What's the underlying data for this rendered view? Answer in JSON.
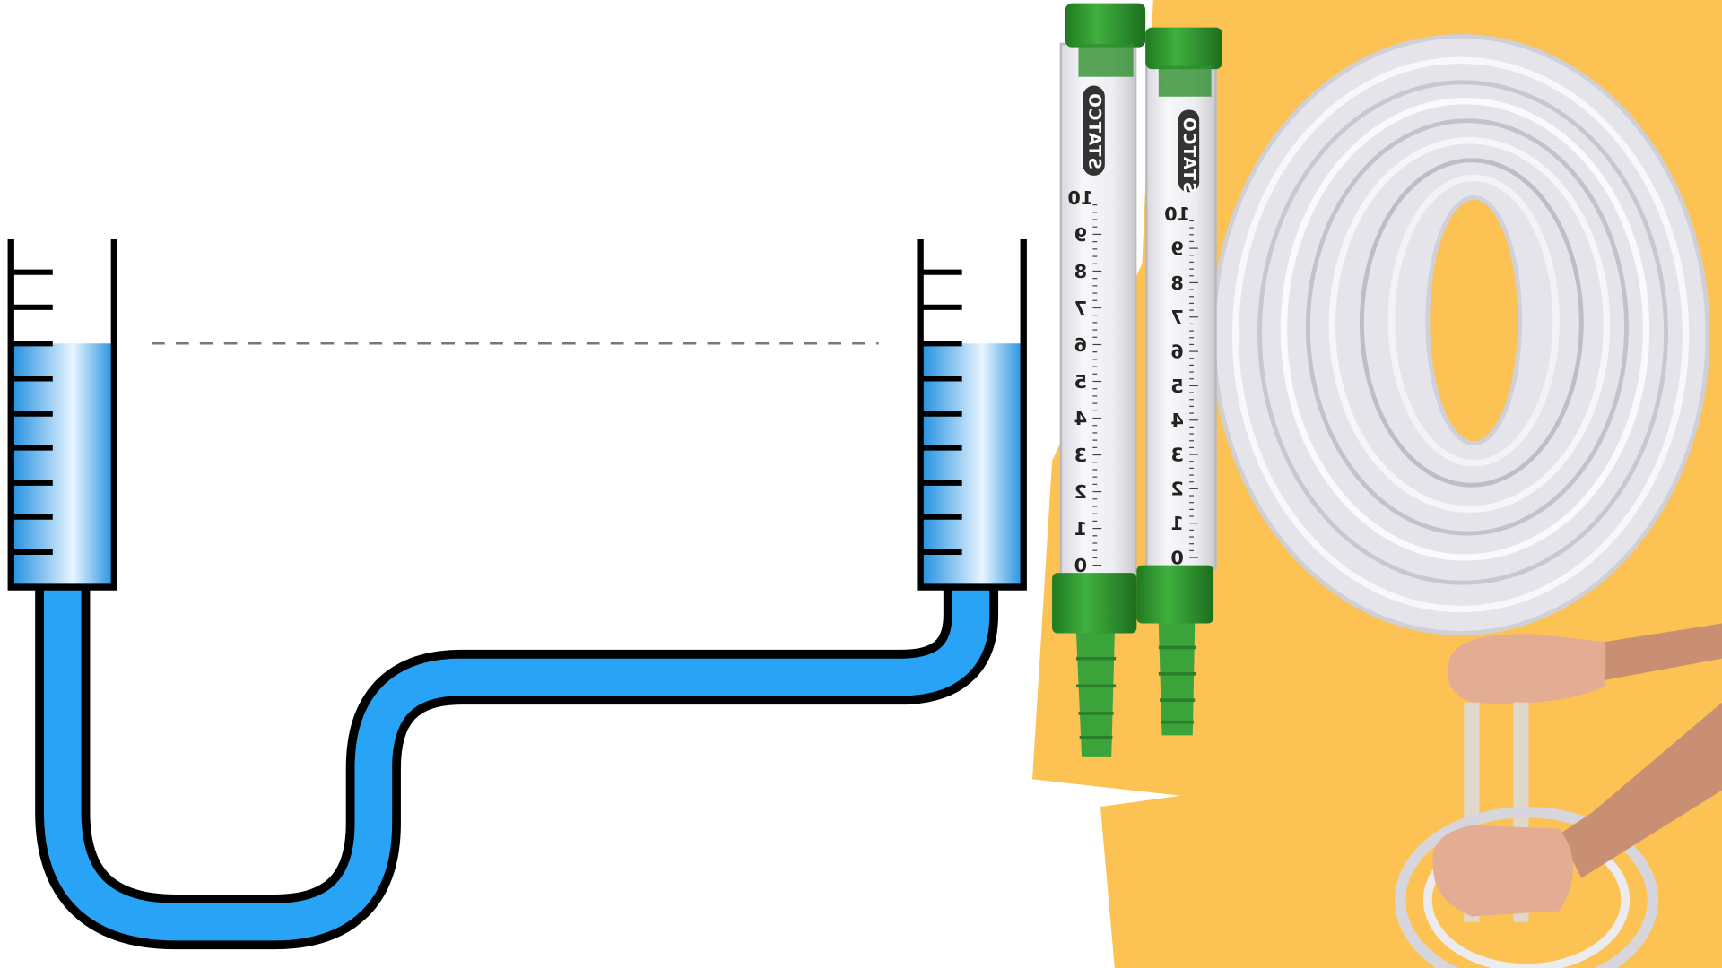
{
  "diagram": {
    "title": "Communicating vessels water level",
    "colors": {
      "water": "#29a3f5",
      "outline": "#000000",
      "background_panel": "#fcc254",
      "cap": "#2e9a2e"
    }
  },
  "product": {
    "brand": "STATCO",
    "scale_tube_1": [
      "0",
      "1",
      "2",
      "3",
      "4",
      "5",
      "6",
      "7",
      "8",
      "9",
      "10"
    ],
    "scale_tube_2": [
      "0",
      "1",
      "2",
      "3",
      "4",
      "5",
      "6",
      "7",
      "8",
      "9",
      "10"
    ]
  }
}
